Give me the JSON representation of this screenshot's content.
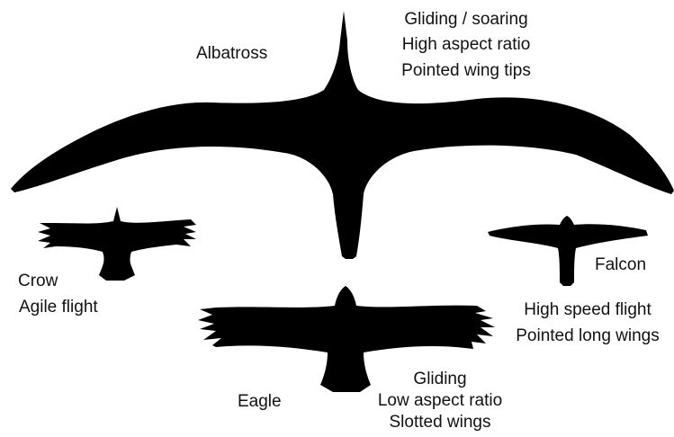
{
  "colors": {
    "background": "#ffffff",
    "silhouette": "#000000",
    "text": "#111111"
  },
  "birds": {
    "albatross": {
      "name": "Albatross",
      "traits": [
        "Gliding / soaring",
        "High aspect ratio",
        "Pointed wing tips"
      ]
    },
    "crow": {
      "name": "Crow",
      "traits": [
        "Agile flight"
      ]
    },
    "falcon": {
      "name": "Falcon",
      "traits": [
        "High speed flight",
        "Pointed long wings"
      ]
    },
    "eagle": {
      "name": "Eagle",
      "traits": [
        "Gliding",
        "Low aspect ratio",
        "Slotted wings"
      ]
    }
  }
}
